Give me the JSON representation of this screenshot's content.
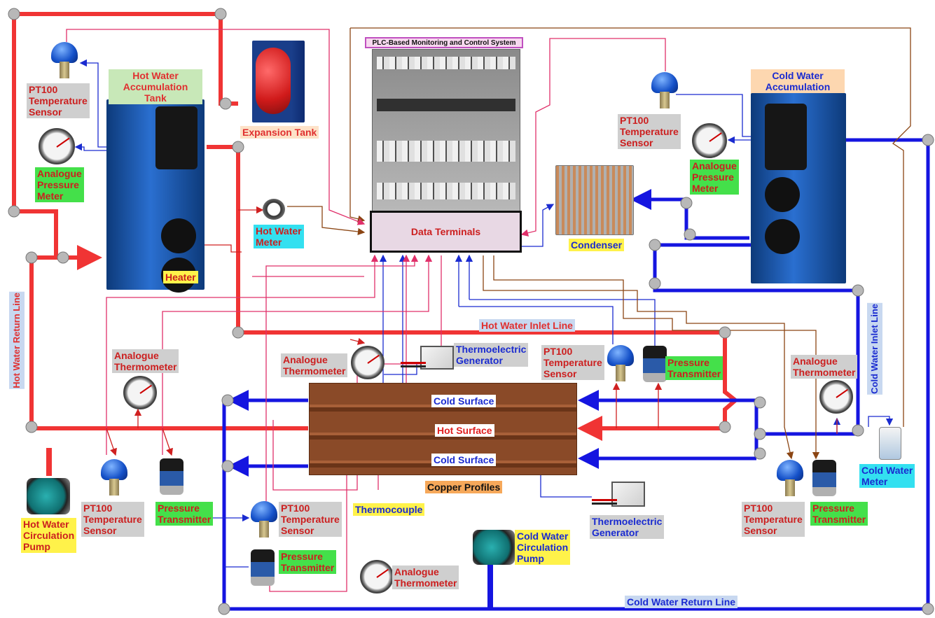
{
  "plc": {
    "title": "PLC-Based Monitoring and Control System",
    "data_terminals": "Data Terminals"
  },
  "hot_side": {
    "tank": "Hot Water\nAccumulation Tank",
    "expansion_tank": "Expansion Tank",
    "heater": "Heater",
    "meter": "Hot Water\nMeter",
    "pump": "Hot Water\nCirculation\nPump",
    "inlet_line": "Hot Water Inlet Line",
    "return_line": "Hot Water Return Line"
  },
  "cold_side": {
    "tank": "Cold Water\nAccumulation Tank",
    "condenser": "Condenser",
    "meter": "Cold Water\nMeter",
    "pump": "Cold Water\nCirculation\nPump",
    "inlet_line": "Cold Water Inlet Line",
    "return_line": "Cold Water Return Line"
  },
  "exchanger": {
    "cold_surface": "Cold Surface",
    "hot_surface": "Hot Surface",
    "copper_profiles": "Copper Profiles",
    "thermocouple": "Thermocouple",
    "teg": "Thermoelectric\nGenerator"
  },
  "instruments": {
    "pt100": "PT100\nTemperature\nSensor",
    "pressure_meter": "Analogue\nPressure\nMeter",
    "pressure_transmitter": "Pressure\nTransmitter",
    "thermometer": "Analogue\nThermometer"
  },
  "colors": {
    "hot_pipe": "#f03434",
    "cold_pipe": "#1515e0",
    "signal_blue": "#1a2bd0",
    "signal_brown": "#8b4513",
    "signal_pink": "#e0306a",
    "signal_red": "#d02020"
  }
}
